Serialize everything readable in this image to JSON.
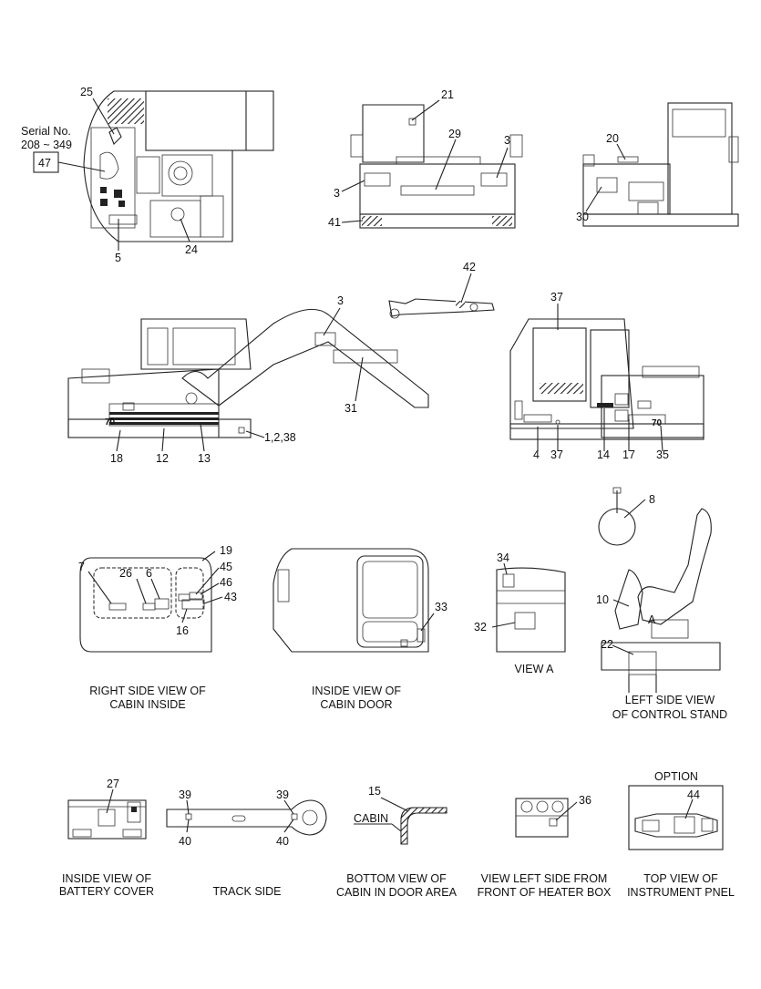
{
  "serial": {
    "line1": "Serial No.",
    "line2": "208 ~ 349",
    "box": "47"
  },
  "callouts": {
    "c25": "25",
    "c5": "5",
    "c24": "24",
    "c21": "21",
    "c29": "29",
    "c3a": "3",
    "c3b": "3",
    "c41": "41",
    "c20": "20",
    "c30": "30",
    "c42": "42",
    "c3c": "3",
    "c31": "31",
    "c18": "18",
    "c12": "12",
    "c13": "13",
    "c1238": "1,2,38",
    "c37a": "37",
    "c4": "4",
    "c37b": "37",
    "c14": "14",
    "c17": "17",
    "c35": "35",
    "c19": "19",
    "c7": "7",
    "c26": "26",
    "c6": "6",
    "c45": "45",
    "c46": "46",
    "c43": "43",
    "c16": "16",
    "c33": "33",
    "c34": "34",
    "c32": "32",
    "c8": "8",
    "c10": "10",
    "cA": "A",
    "c22": "22",
    "c27": "27",
    "c39a": "39",
    "c40a": "40",
    "c39b": "39",
    "c40b": "40",
    "c15": "15",
    "cabin": "CABIN",
    "c36": "36",
    "option": "OPTION",
    "c44": "44"
  },
  "captions": {
    "right_side_l1": "RIGHT SIDE VIEW OF",
    "right_side_l2": "CABIN INSIDE",
    "inside_door_l1": "INSIDE VIEW OF",
    "inside_door_l2": "CABIN DOOR",
    "view_a": "VIEW  A",
    "control_l1": "LEFT SIDE VIEW",
    "control_l2": "OF CONTROL STAND",
    "battery_l1": "INSIDE VIEW OF",
    "battery_l2": "BATTERY COVER",
    "track": "TRACK SIDE",
    "bottom_l1": "BOTTOM VIEW OF",
    "bottom_l2": "CABIN IN DOOR AREA",
    "heater_l1": "VIEW LEFT SIDE FROM",
    "heater_l2": "FRONT OF HEATER BOX",
    "top_l1": "TOP VIEW OF",
    "top_l2": "INSTRUMENT PNEL"
  },
  "model_badge": "70"
}
